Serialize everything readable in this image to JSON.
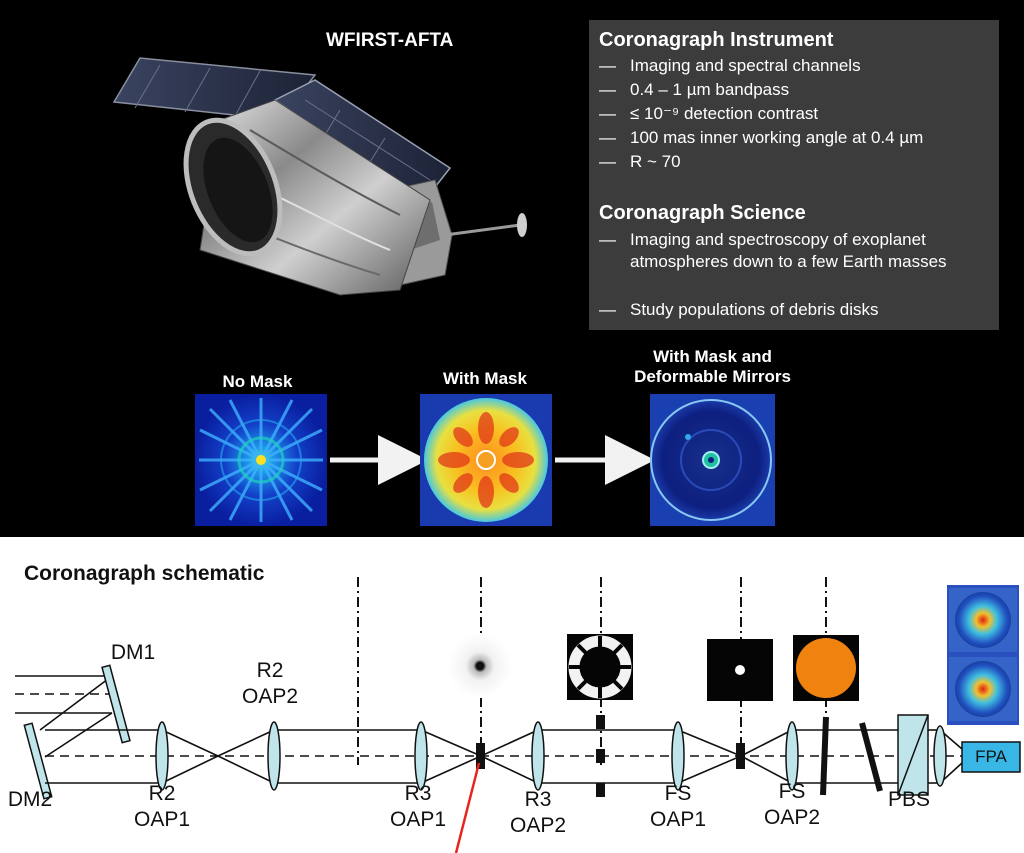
{
  "top": {
    "telescope_title": "WFIRST-AFTA",
    "instrument": {
      "heading": "Coronagraph Instrument",
      "bullets": [
        "Imaging and spectral channels",
        "0.4 – 1 µm bandpass",
        "≤ 10⁻⁹ detection contrast",
        "100 mas inner working angle at 0.4 µm",
        "R ~ 70"
      ]
    },
    "science": {
      "heading": "Coronagraph Science",
      "bullets": [
        "Imaging and spectroscopy of exoplanet atmospheres down to a few Earth masses",
        "Study populations of debris disks"
      ]
    },
    "bullet_dash": "—",
    "masks": {
      "no_mask": "No Mask",
      "with_mask": "With Mask",
      "with_mask_dm_line1": "With Mask and",
      "with_mask_dm_line2": "Deformable Mirrors"
    }
  },
  "schematic": {
    "title": "Coronagraph schematic",
    "labels": {
      "dm1": "DM1",
      "dm2": "DM2",
      "r2_oap2_a": "R2",
      "r2_oap2_b": "OAP2",
      "r2_oap1_a": "R2",
      "r2_oap1_b": "OAP1",
      "r3_oap1_a": "R3",
      "r3_oap1_b": "OAP1",
      "r3_oap2_a": "R3",
      "r3_oap2_b": "OAP2",
      "fs_oap1_a": "FS",
      "fs_oap1_b": "OAP1",
      "fs_oap2_a": "FS",
      "fs_oap2_b": "OAP2",
      "pbs": "PBS",
      "fpa": "FPA"
    }
  },
  "colors": {
    "infobox_bg": "#3c3c3c",
    "lens_fill": "#bfe5ea",
    "fpa_fill": "#38b7e6",
    "orange_mask": "#f0820f",
    "pointer_red": "#e8241f"
  }
}
